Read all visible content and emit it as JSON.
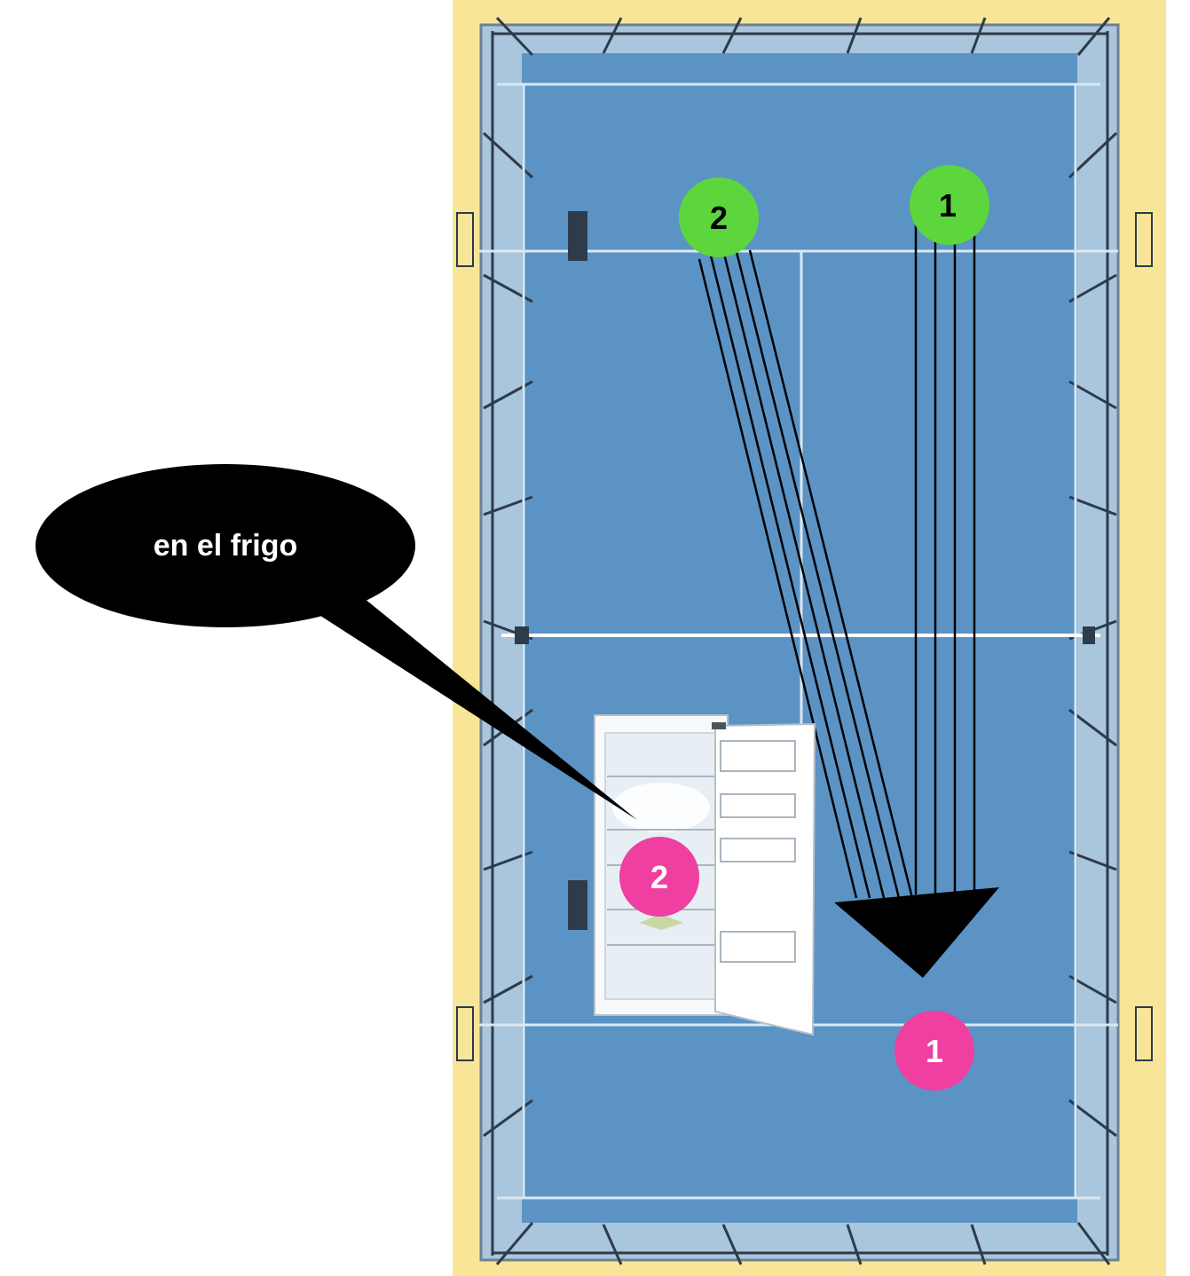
{
  "diagram": {
    "callout_text": "en el frigo",
    "players": [
      {
        "number": "1",
        "color": "#5cd63c"
      },
      {
        "number": "2",
        "color": "#5cd63c"
      }
    ],
    "targets": [
      {
        "number": "1",
        "color": "#ef3fa0"
      },
      {
        "number": "2",
        "color": "#ef3fa0"
      }
    ],
    "colors": {
      "frame": "#f8e597",
      "court": "#5b93c5",
      "glass": "#a9c6dc",
      "court_line": "#d9e8f4",
      "arrow": "#000000",
      "callout": "#000000",
      "callout_text": "#ffffff"
    },
    "icons": [
      "fridge-icon",
      "arrow-down-icon",
      "speech-bubble-icon"
    ]
  }
}
